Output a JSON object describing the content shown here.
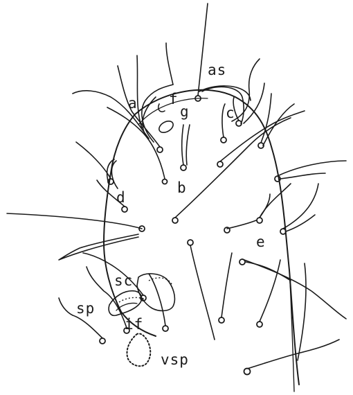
{
  "diagram": {
    "labels": {
      "as": "as",
      "f": "f",
      "g": "g",
      "a": "a",
      "c": "c",
      "b": "b",
      "d": "d",
      "e": "e",
      "sc": "sc",
      "sp": "sp",
      "if": "if",
      "vsp": "vsp"
    }
  }
}
